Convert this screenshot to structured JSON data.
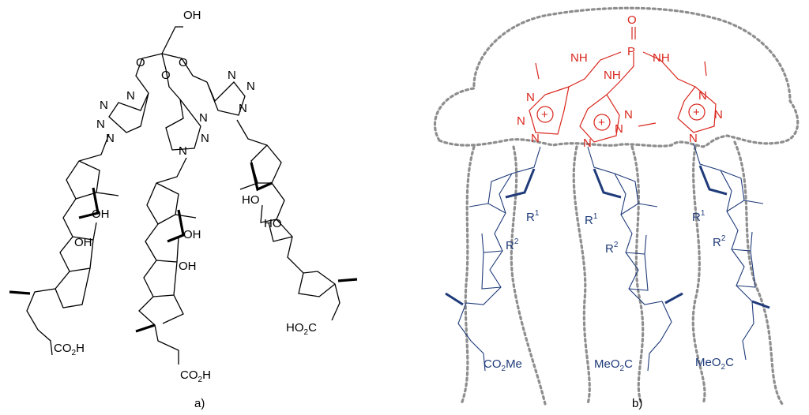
{
  "panel_a": {
    "caption": "a)",
    "labels": {
      "oh_top": "OH",
      "oh": "OH",
      "co2h_left": "CO",
      "co2h_mid": "CO",
      "co2h_right_ho": "HO",
      "co2h_right_c": "C",
      "h": "H",
      "sub2": "2",
      "ho": "HO",
      "o": "O",
      "n": "N"
    }
  },
  "panel_b": {
    "caption": "b)",
    "labels": {
      "p": "P",
      "o": "O",
      "nh": "NH",
      "n": "N",
      "plus": "+",
      "r": "R",
      "sup1": "1",
      "sup2": "2",
      "co2me_left": "CO",
      "me": "Me",
      "meo2c": "MeO",
      "c": "C",
      "sub2": "2"
    }
  },
  "colors": {
    "backbone_a": "#000000",
    "backbone_b": "#1f3b7a",
    "core_b": "#d9261c",
    "outline": "#8e8e8e"
  }
}
